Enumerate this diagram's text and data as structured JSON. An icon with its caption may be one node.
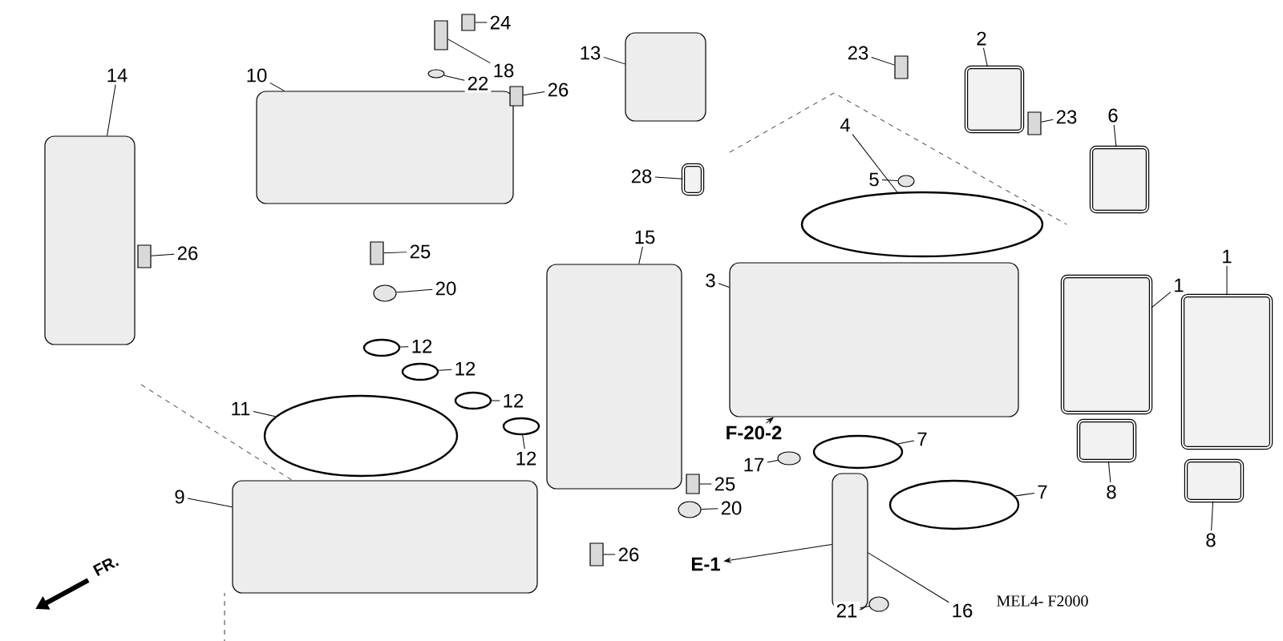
{
  "diagram": {
    "nodes": [
      {
        "text": [
          "14"
        ]
      },
      {
        "text": [
          "10"
        ]
      },
      {
        "text": [
          "24"
        ]
      },
      {
        "text": [
          "18"
        ]
      },
      {
        "text": [
          "22"
        ]
      },
      {
        "text": [
          "26"
        ]
      },
      {
        "text": [
          "13"
        ]
      },
      {
        "text": [
          "28"
        ]
      },
      {
        "text": [
          "23"
        ]
      },
      {
        "text": [
          "2"
        ]
      },
      {
        "text": [
          "23"
        ]
      },
      {
        "text": [
          "6"
        ]
      },
      {
        "text": [
          "4"
        ]
      },
      {
        "text": [
          "5"
        ]
      },
      {
        "text": [
          "3"
        ]
      },
      {
        "text": [
          "15"
        ]
      },
      {
        "text": [
          "1"
        ]
      },
      {
        "text": [
          "1"
        ]
      },
      {
        "text": [
          "26"
        ]
      },
      {
        "text": [
          "25"
        ]
      },
      {
        "text": [
          "20"
        ]
      },
      {
        "text": [
          "12"
        ]
      },
      {
        "text": [
          "12"
        ]
      },
      {
        "text": [
          "12"
        ]
      },
      {
        "text": [
          "12"
        ]
      },
      {
        "text": [
          "11"
        ]
      },
      {
        "text": [
          "F-20-2"
        ]
      },
      {
        "text": [
          "17"
        ]
      },
      {
        "text": [
          "7"
        ]
      },
      {
        "text": [
          "7"
        ]
      },
      {
        "text": [
          "8"
        ]
      },
      {
        "text": [
          "9"
        ]
      },
      {
        "text": [
          "25"
        ]
      },
      {
        "text": [
          "20"
        ]
      },
      {
        "text": [
          "8"
        ]
      },
      {
        "text": [
          "E-1"
        ]
      },
      {
        "text": [
          "26"
        ]
      },
      {
        "text": [
          "21"
        ]
      },
      {
        "text": [
          "16"
        ]
      },
      {
        "text": [],
        "shape": "box"
      },
      {
        "text": [],
        "shape": "box"
      },
      {
        "text": [],
        "shape": "box"
      },
      {
        "text": [],
        "shape": "box"
      },
      {
        "text": [],
        "shape": "circle"
      },
      {
        "text": [],
        "shape": "box"
      },
      {
        "text": [],
        "shape": "box"
      },
      {
        "text": [],
        "shape": "box"
      },
      {
        "text": [],
        "shape": "box"
      },
      {
        "text": [],
        "shape": "box"
      },
      {
        "text": [],
        "shape": "box"
      },
      {
        "text": [],
        "shape": "box"
      },
      {
        "text": [],
        "shape": "circle"
      },
      {
        "text": [],
        "shape": "circle"
      },
      {
        "text": [],
        "shape": "box"
      },
      {
        "text": [],
        "shape": "box"
      },
      {
        "text": [],
        "shape": "box"
      },
      {
        "text": [],
        "shape": "box"
      },
      {
        "text": [],
        "shape": "box"
      },
      {
        "text": [],
        "shape": "box"
      },
      {
        "text": [],
        "shape": "circle"
      },
      {
        "text": [],
        "shape": "circle"
      },
      {
        "text": [],
        "shape": "circle"
      },
      {
        "text": [],
        "shape": "circle"
      },
      {
        "text": [],
        "shape": "circle"
      },
      {
        "text": [],
        "shape": "circle"
      },
      {
        "text": [],
        "shape": "circle"
      },
      {
        "text": [],
        "shape": "circle"
      },
      {
        "text": [],
        "shape": "circle"
      },
      {
        "text": [],
        "shape": "box"
      },
      {
        "text": [],
        "shape": "box"
      },
      {
        "text": [],
        "shape": "box"
      },
      {
        "text": [],
        "shape": "circle"
      },
      {
        "text": [],
        "shape": "box"
      },
      {
        "text": [],
        "shape": "box"
      },
      {
        "text": [],
        "shape": "box"
      },
      {
        "text": [],
        "shape": "circle"
      }
    ],
    "edges": [
      {
        "from": 0,
        "to": 39,
        "arrow": "none"
      },
      {
        "from": 1,
        "to": 40,
        "arrow": "none"
      },
      {
        "from": 2,
        "to": 41,
        "arrow": "none"
      },
      {
        "from": 3,
        "to": 42,
        "arrow": "none"
      },
      {
        "from": 4,
        "to": 43,
        "arrow": "none"
      },
      {
        "from": 5,
        "to": 44,
        "arrow": "none"
      },
      {
        "from": 6,
        "to": 45,
        "arrow": "none"
      },
      {
        "from": 7,
        "to": 46,
        "arrow": "none"
      },
      {
        "from": 8,
        "to": 47,
        "arrow": "none"
      },
      {
        "from": 9,
        "to": 48,
        "arrow": "none"
      },
      {
        "from": 10,
        "to": 49,
        "arrow": "none"
      },
      {
        "from": 11,
        "to": 50,
        "arrow": "none"
      },
      {
        "from": 12,
        "to": 51,
        "arrow": "none"
      },
      {
        "from": 13,
        "to": 52,
        "arrow": "none"
      },
      {
        "from": 14,
        "to": 53,
        "arrow": "none"
      },
      {
        "from": 15,
        "to": 54,
        "arrow": "none"
      },
      {
        "from": 16,
        "to": 55,
        "arrow": "none"
      },
      {
        "from": 17,
        "to": 56,
        "arrow": "none"
      },
      {
        "from": 18,
        "to": 57,
        "arrow": "none"
      },
      {
        "from": 19,
        "to": 58,
        "arrow": "none"
      },
      {
        "from": 20,
        "to": 59,
        "arrow": "none"
      },
      {
        "from": 21,
        "to": 60,
        "arrow": "none"
      },
      {
        "from": 22,
        "to": 61,
        "arrow": "none"
      },
      {
        "from": 23,
        "to": 62,
        "arrow": "none"
      },
      {
        "from": 24,
        "to": 63,
        "arrow": "none"
      },
      {
        "from": 25,
        "to": 64,
        "arrow": "none"
      },
      {
        "from": 26,
        "to": 53,
        "arrow": "to"
      },
      {
        "from": 27,
        "to": 65,
        "arrow": "none"
      },
      {
        "from": 28,
        "to": 66,
        "arrow": "none"
      },
      {
        "from": 29,
        "to": 67,
        "arrow": "none"
      },
      {
        "from": 30,
        "to": 68,
        "arrow": "none"
      },
      {
        "from": 31,
        "to": 69,
        "arrow": "none"
      },
      {
        "from": 32,
        "to": 70,
        "arrow": "none"
      },
      {
        "from": 33,
        "to": 71,
        "arrow": "none"
      },
      {
        "from": 34,
        "to": 72,
        "arrow": "none"
      },
      {
        "from": 73,
        "to": 35,
        "arrow": "to"
      },
      {
        "from": 36,
        "to": 74,
        "arrow": "none"
      },
      {
        "from": 37,
        "to": 75,
        "arrow": "none"
      },
      {
        "from": 38,
        "to": 73,
        "arrow": "none"
      }
    ],
    "labels": [
      "FR.",
      "MEL4- F2000"
    ]
  }
}
